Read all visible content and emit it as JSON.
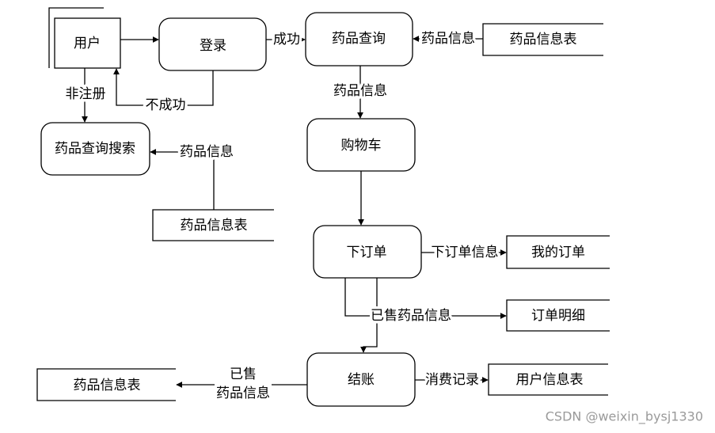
{
  "entities": {
    "user": "用户"
  },
  "processes": {
    "login": "登录",
    "drug_query": "药品查询",
    "drug_search": "药品查询搜索",
    "cart": "购物车",
    "place_order": "下订单",
    "checkout": "结账"
  },
  "stores": {
    "drug_info_top": "药品信息表",
    "drug_info_mid": "药品信息表",
    "my_orders": "我的订单",
    "order_details": "订单明细",
    "user_info": "用户信息表",
    "drug_info_bottom": "药品信息表"
  },
  "flows": {
    "success": "成功",
    "fail": "不成功",
    "unregistered": "非注册",
    "store_to_query": "药品信息",
    "query_to_cart": "药品信息",
    "store_to_search": "药品信息",
    "order_info": "下订单信息",
    "sold_info": "已售药品信息",
    "consumption": "消费记录",
    "sold_line1": "已售",
    "sold_line2": "药品信息"
  },
  "watermark": "CSDN @weixin_bysj1330"
}
